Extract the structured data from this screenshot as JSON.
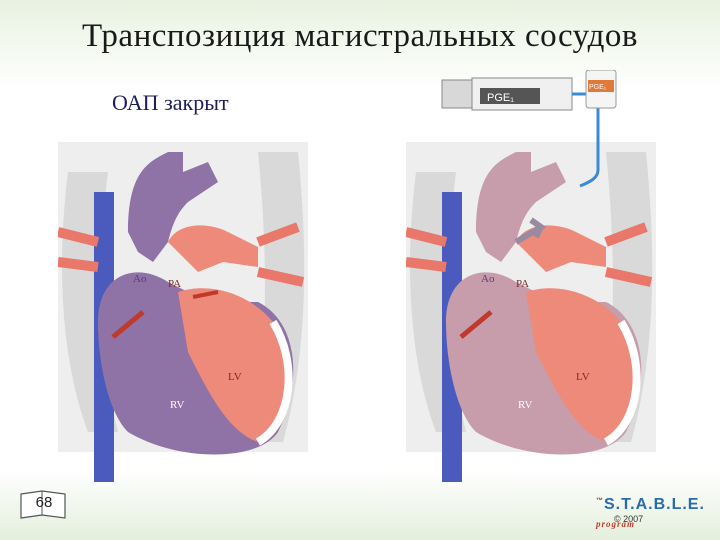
{
  "title": "Транспозиция магистральных сосудов",
  "subtitle": "ОАП закрыт",
  "syringe": {
    "label": "PGE₁",
    "vial_label": "PGE₁"
  },
  "heart_labels": {
    "ao": "Ao",
    "pa": "PA",
    "lv": "LV",
    "rv": "RV"
  },
  "page_number": "68",
  "logo": {
    "tm": "™",
    "text": "S.T.A.B.L.E.",
    "program": "program"
  },
  "copyright": "© 2007",
  "colors": {
    "deoxygenated": "#8f72a6",
    "oxygenated": "#ee8a7a",
    "vein_blue": "#4a5bbd",
    "deoxygenated_mixed": "#c79cab",
    "title": "#1a1a1a",
    "subtitle": "#1e1e5a"
  }
}
